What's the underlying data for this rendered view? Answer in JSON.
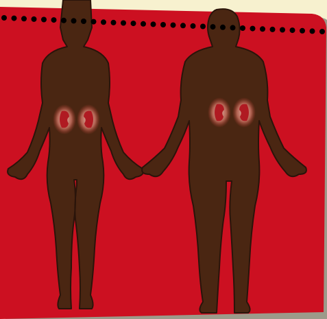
{
  "scene": {
    "subject": "kidney-anatomy-illustration",
    "figures": [
      {
        "name": "female-figure"
      },
      {
        "name": "male-figure"
      }
    ],
    "colors": {
      "background_outer": "#f7f1cf",
      "panel_red": "#cc1021",
      "panel_shadow": "#9c9a8a",
      "body_skin": "#4a2612",
      "body_outline": "#2a140a",
      "kidney": "#b01a22",
      "kidney_glow": "#e89a90",
      "dots": "#000000"
    }
  }
}
